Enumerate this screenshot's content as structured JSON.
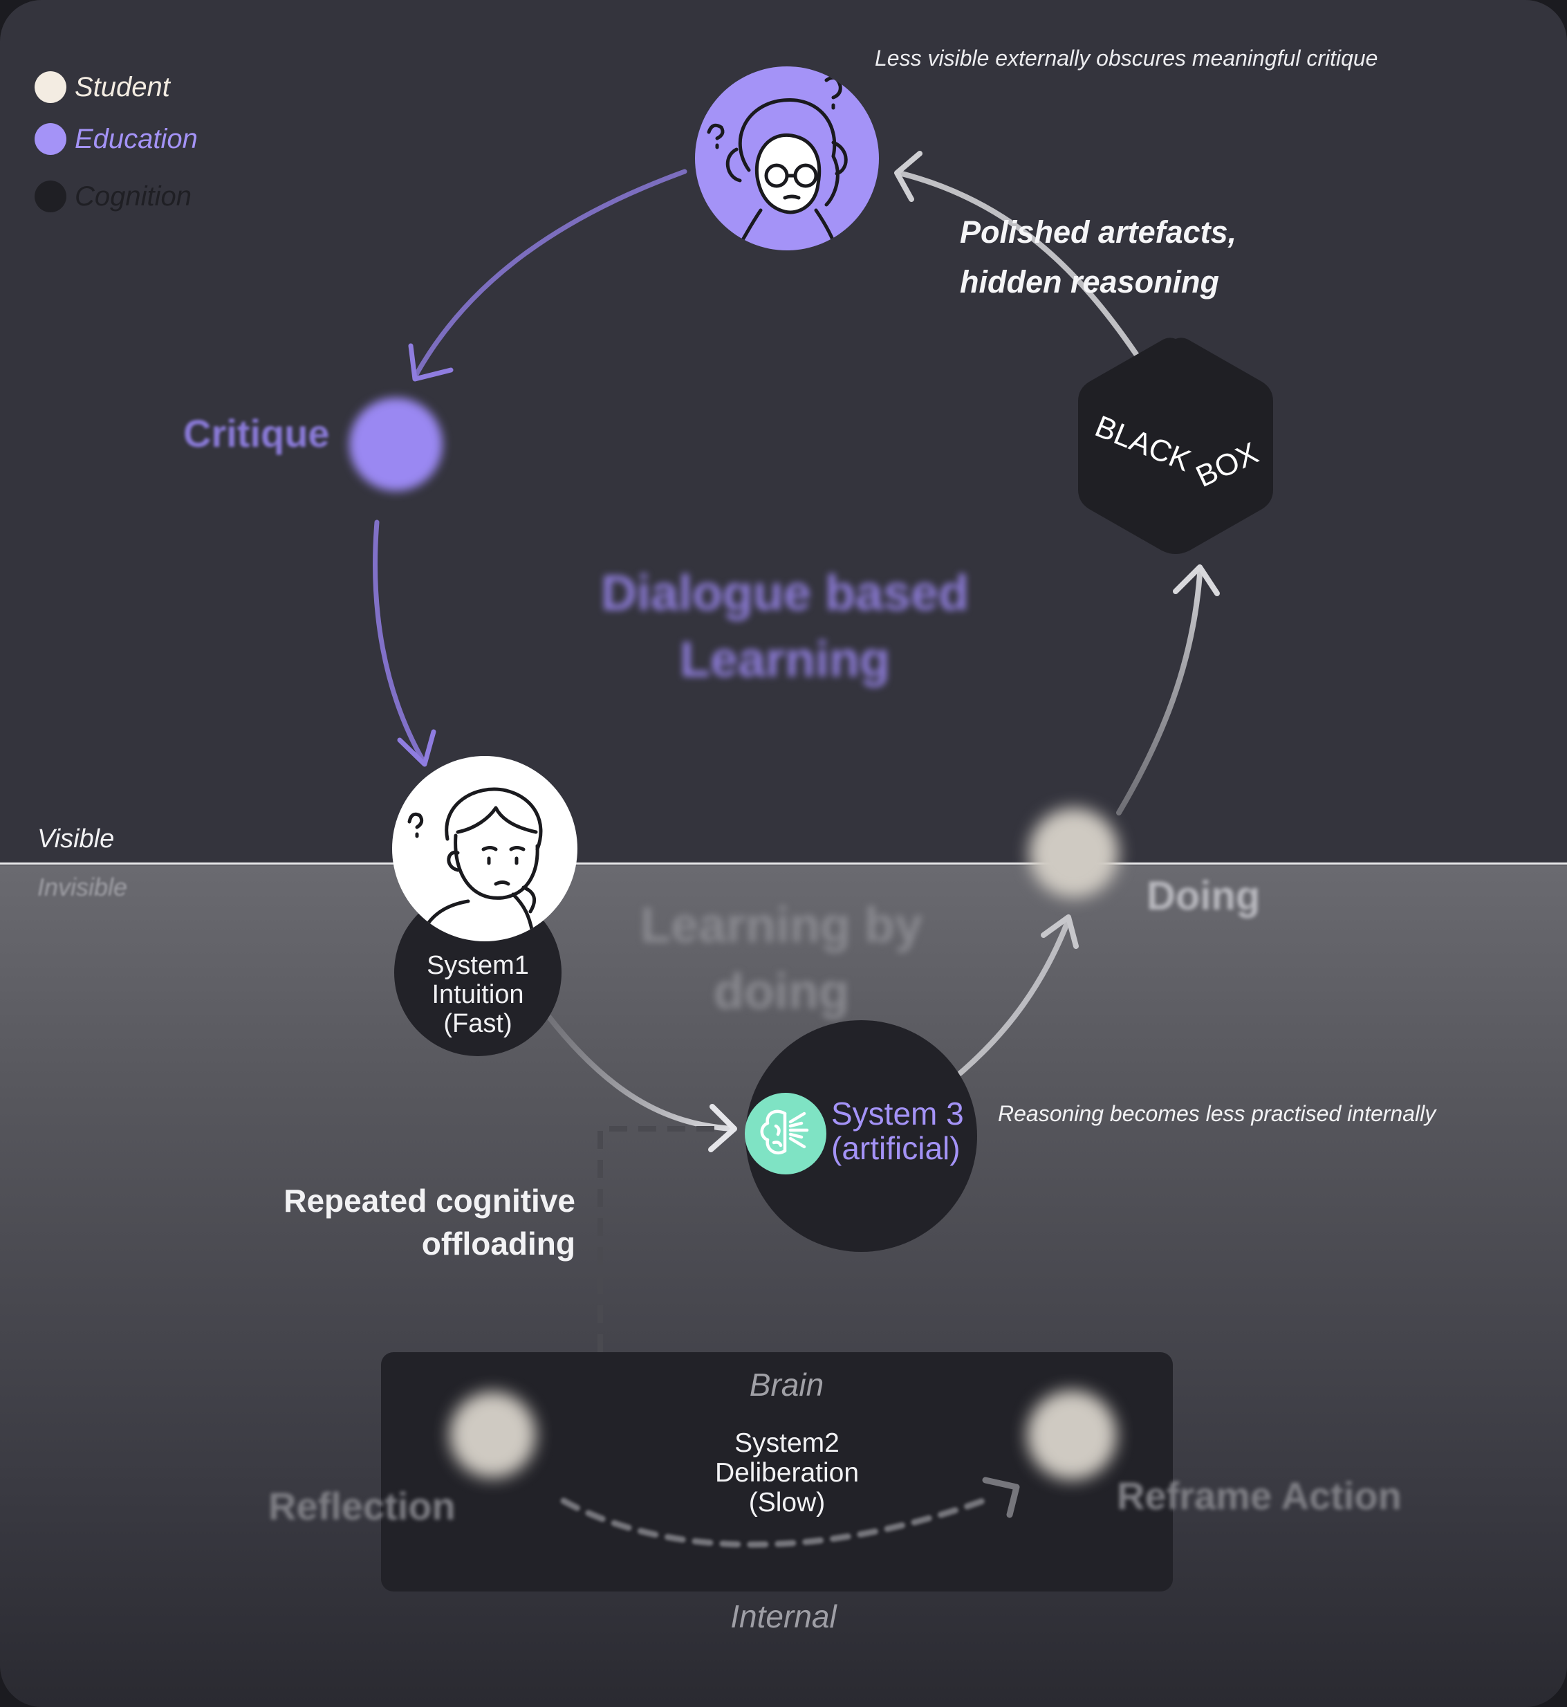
{
  "legend": {
    "items": [
      {
        "label": "Student",
        "color": "#f3ece2"
      },
      {
        "label": "Education",
        "color": "#a493f7"
      },
      {
        "label": "Cognition",
        "color": "#1f1f24"
      }
    ]
  },
  "zones": {
    "visible_label": "Visible",
    "invisible_label": "Invisible",
    "internal_label": "Internal"
  },
  "annotations": {
    "top_note": "Less visible externally obscures meaningful critique",
    "polished": "Polished artefacts, hidden reasoning",
    "reasoning_note": "Reasoning becomes less practised internally",
    "offloading": "Repeated cognitive offloading"
  },
  "nodes": {
    "critique": "Critique",
    "doing": "Doing",
    "dialogue": "Dialogue based Learning",
    "learning_by_doing": "Learning by doing",
    "blackbox_word1": "BLACK",
    "blackbox_word2": "BOX",
    "system1": [
      "System1",
      "Intuition",
      "(Fast)"
    ],
    "system3": [
      "System 3",
      "(artificial)"
    ],
    "brain_title": "Brain",
    "system2": [
      "System2",
      "Deliberation",
      "(Slow)"
    ],
    "reflection": "Reflection",
    "reframe": "Reframe Action"
  },
  "colors": {
    "education": "#a493f7",
    "student": "#f3ece2",
    "cognition": "#222228",
    "ai_green": "#7fe3c4"
  }
}
